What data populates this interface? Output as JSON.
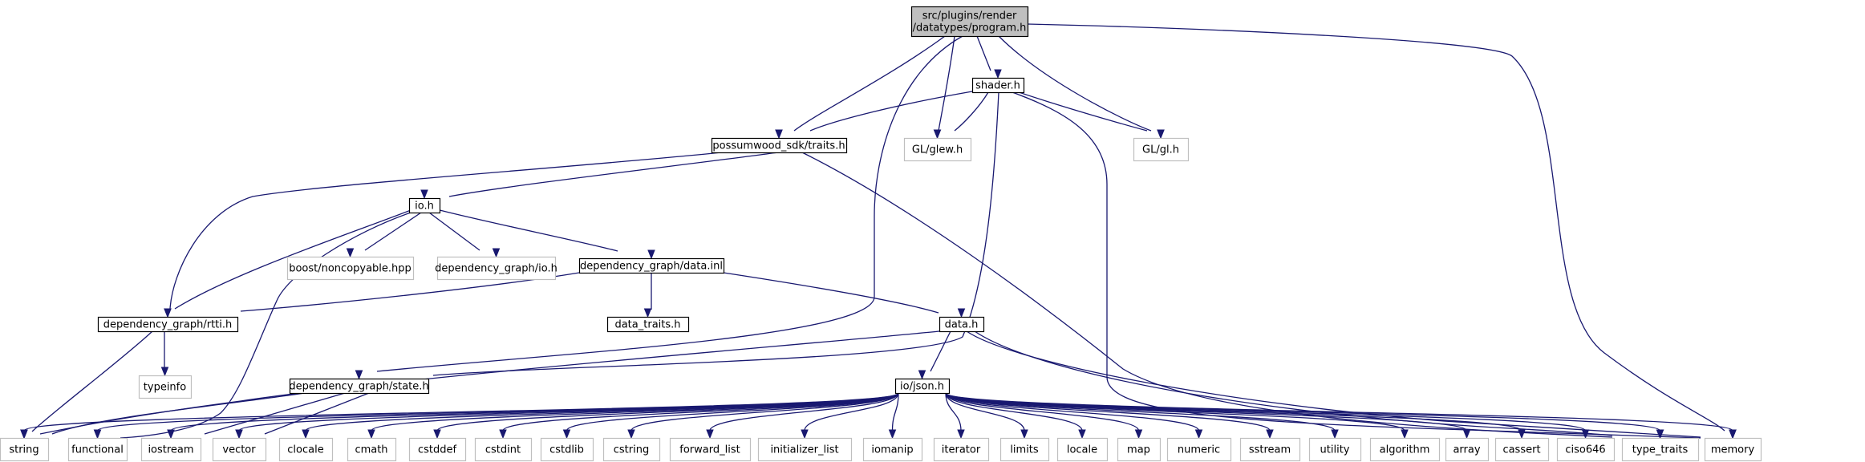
{
  "diagram": {
    "colors": {
      "edge": "#191970",
      "solid_border": "#000000",
      "external_border": "#bfbfbf",
      "root_fill": "#bfbfbf",
      "node_fill": "#ffffff"
    },
    "nodes": [
      {
        "id": "program_h",
        "label": "src/plugins/render\n/datatypes/program.h",
        "kind": "root"
      },
      {
        "id": "shader_h",
        "label": "shader.h",
        "kind": "solid"
      },
      {
        "id": "traits_h",
        "label": "possumwood_sdk/traits.h",
        "kind": "solid"
      },
      {
        "id": "glew_h",
        "label": "GL/glew.h",
        "kind": "external"
      },
      {
        "id": "gl_h",
        "label": "GL/gl.h",
        "kind": "external"
      },
      {
        "id": "io_h",
        "label": "io.h",
        "kind": "solid"
      },
      {
        "id": "noncopyable",
        "label": "boost/noncopyable.hpp",
        "kind": "external"
      },
      {
        "id": "dg_io_h",
        "label": "dependency_graph/io.h",
        "kind": "external"
      },
      {
        "id": "data_inl",
        "label": "dependency_graph/data.inl",
        "kind": "solid"
      },
      {
        "id": "rtti_h",
        "label": "dependency_graph/rtti.h",
        "kind": "solid"
      },
      {
        "id": "data_traits_h",
        "label": "data_traits.h",
        "kind": "solid"
      },
      {
        "id": "data_h",
        "label": "data.h",
        "kind": "solid"
      },
      {
        "id": "typeinfo",
        "label": "typeinfo",
        "kind": "external"
      },
      {
        "id": "state_h",
        "label": "dependency_graph/state.h",
        "kind": "solid"
      },
      {
        "id": "json_h",
        "label": "io/json.h",
        "kind": "solid"
      },
      {
        "id": "string",
        "label": "string",
        "kind": "external"
      },
      {
        "id": "functional",
        "label": "functional",
        "kind": "external"
      },
      {
        "id": "iostream",
        "label": "iostream",
        "kind": "external"
      },
      {
        "id": "vector",
        "label": "vector",
        "kind": "external"
      },
      {
        "id": "clocale",
        "label": "clocale",
        "kind": "external"
      },
      {
        "id": "cmath",
        "label": "cmath",
        "kind": "external"
      },
      {
        "id": "cstddef",
        "label": "cstddef",
        "kind": "external"
      },
      {
        "id": "cstdint",
        "label": "cstdint",
        "kind": "external"
      },
      {
        "id": "cstdlib",
        "label": "cstdlib",
        "kind": "external"
      },
      {
        "id": "cstring",
        "label": "cstring",
        "kind": "external"
      },
      {
        "id": "forward_list",
        "label": "forward_list",
        "kind": "external"
      },
      {
        "id": "initializer_list",
        "label": "initializer_list",
        "kind": "external"
      },
      {
        "id": "iomanip",
        "label": "iomanip",
        "kind": "external"
      },
      {
        "id": "iterator",
        "label": "iterator",
        "kind": "external"
      },
      {
        "id": "limits",
        "label": "limits",
        "kind": "external"
      },
      {
        "id": "locale",
        "label": "locale",
        "kind": "external"
      },
      {
        "id": "map",
        "label": "map",
        "kind": "external"
      },
      {
        "id": "numeric",
        "label": "numeric",
        "kind": "external"
      },
      {
        "id": "sstream",
        "label": "sstream",
        "kind": "external"
      },
      {
        "id": "utility",
        "label": "utility",
        "kind": "external"
      },
      {
        "id": "algorithm",
        "label": "algorithm",
        "kind": "external"
      },
      {
        "id": "array",
        "label": "array",
        "kind": "external"
      },
      {
        "id": "cassert",
        "label": "cassert",
        "kind": "external"
      },
      {
        "id": "ciso646",
        "label": "ciso646",
        "kind": "external"
      },
      {
        "id": "type_traits",
        "label": "type_traits",
        "kind": "external"
      },
      {
        "id": "memory",
        "label": "memory",
        "kind": "external"
      }
    ],
    "edges": [
      [
        "program_h",
        "shader_h"
      ],
      [
        "program_h",
        "traits_h"
      ],
      [
        "program_h",
        "glew_h"
      ],
      [
        "program_h",
        "gl_h"
      ],
      [
        "program_h",
        "state_h"
      ],
      [
        "program_h",
        "memory"
      ],
      [
        "shader_h",
        "traits_h"
      ],
      [
        "shader_h",
        "glew_h"
      ],
      [
        "shader_h",
        "gl_h"
      ],
      [
        "shader_h",
        "state_h"
      ],
      [
        "shader_h",
        "memory"
      ],
      [
        "traits_h",
        "io_h"
      ],
      [
        "traits_h",
        "rtti_h"
      ],
      [
        "traits_h",
        "type_traits"
      ],
      [
        "io_h",
        "rtti_h"
      ],
      [
        "io_h",
        "noncopyable"
      ],
      [
        "io_h",
        "dg_io_h"
      ],
      [
        "io_h",
        "data_inl"
      ],
      [
        "io_h",
        "functional"
      ],
      [
        "data_inl",
        "rtti_h"
      ],
      [
        "data_inl",
        "data_traits_h"
      ],
      [
        "data_inl",
        "data_h"
      ],
      [
        "rtti_h",
        "typeinfo"
      ],
      [
        "rtti_h",
        "string"
      ],
      [
        "data_h",
        "json_h"
      ],
      [
        "data_h",
        "string"
      ],
      [
        "data_h",
        "type_traits"
      ],
      [
        "data_h",
        "memory"
      ],
      [
        "state_h",
        "string"
      ],
      [
        "state_h",
        "iostream"
      ],
      [
        "state_h",
        "vector"
      ],
      [
        "json_h",
        "string"
      ],
      [
        "json_h",
        "functional"
      ],
      [
        "json_h",
        "iostream"
      ],
      [
        "json_h",
        "vector"
      ],
      [
        "json_h",
        "clocale"
      ],
      [
        "json_h",
        "cmath"
      ],
      [
        "json_h",
        "cstddef"
      ],
      [
        "json_h",
        "cstdint"
      ],
      [
        "json_h",
        "cstdlib"
      ],
      [
        "json_h",
        "cstring"
      ],
      [
        "json_h",
        "forward_list"
      ],
      [
        "json_h",
        "initializer_list"
      ],
      [
        "json_h",
        "iomanip"
      ],
      [
        "json_h",
        "iterator"
      ],
      [
        "json_h",
        "limits"
      ],
      [
        "json_h",
        "locale"
      ],
      [
        "json_h",
        "map"
      ],
      [
        "json_h",
        "numeric"
      ],
      [
        "json_h",
        "sstream"
      ],
      [
        "json_h",
        "utility"
      ],
      [
        "json_h",
        "algorithm"
      ],
      [
        "json_h",
        "array"
      ],
      [
        "json_h",
        "cassert"
      ],
      [
        "json_h",
        "ciso646"
      ],
      [
        "json_h",
        "type_traits"
      ],
      [
        "json_h",
        "memory"
      ]
    ]
  }
}
